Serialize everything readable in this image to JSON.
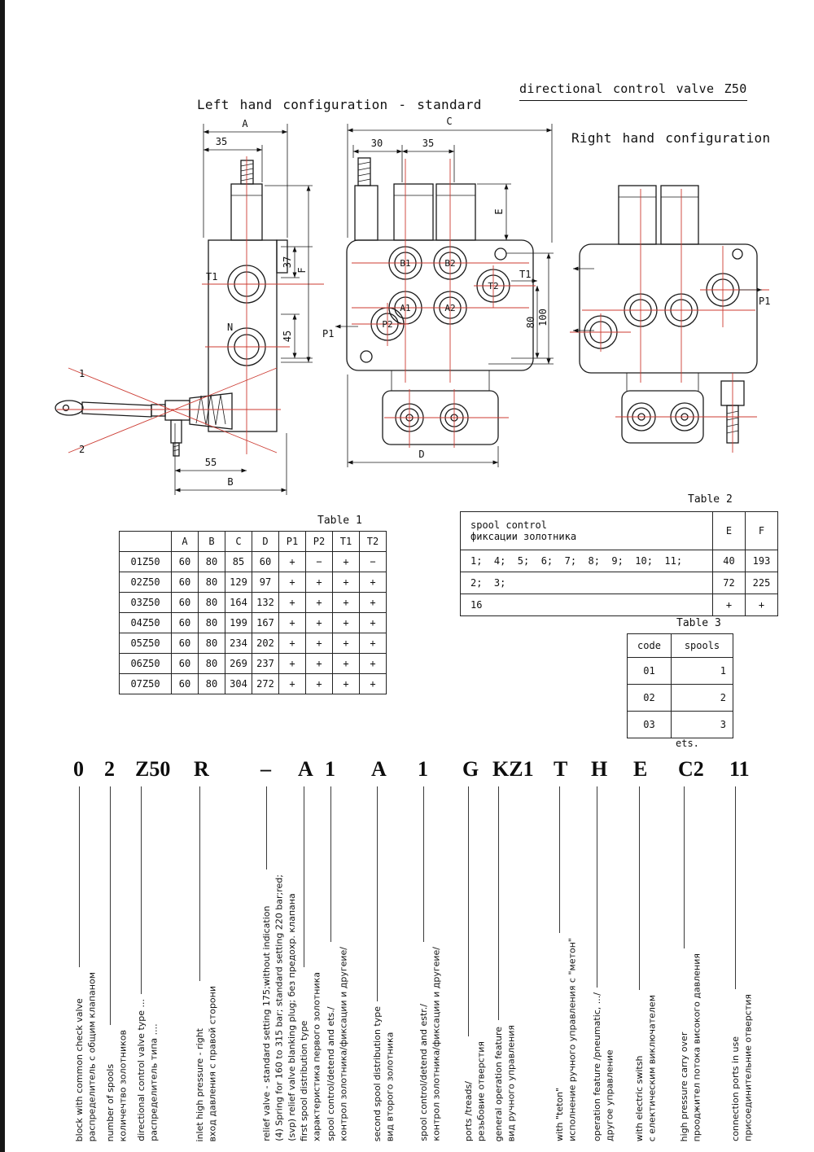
{
  "header": {
    "title": "directional control valve Z50",
    "left_config": "Left hand configuration - standard",
    "right_config": "Right hand configuration"
  },
  "drawing": {
    "dim_a": "A",
    "dim_35_left": "35",
    "dim_37": "37",
    "dim_f": "F",
    "dim_45": "45",
    "dim_55": "55",
    "dim_b": "B",
    "port_t1_left": "T1",
    "port_n": "N",
    "lever_pos_1": "1",
    "lever_pos_2": "2",
    "dim_c": "C",
    "dim_30": "30",
    "dim_35_mid": "35",
    "dim_e": "E",
    "dim_80": "80",
    "dim_100": "100",
    "dim_d": "D",
    "port_b1": "B1",
    "port_b2": "B2",
    "port_a1": "A1",
    "port_a2": "A2",
    "port_t2": "T2",
    "port_p2": "P2",
    "port_t1_mid": "T1",
    "port_p1_mid": "P1",
    "port_p1_right": "P1"
  },
  "table1": {
    "title": "Table 1",
    "headers": [
      "",
      "A",
      "B",
      "C",
      "D",
      "P1",
      "P2",
      "T1",
      "T2"
    ],
    "rows": [
      [
        "01Z50",
        "60",
        "80",
        "85",
        "60",
        "+",
        "−",
        "+",
        "−"
      ],
      [
        "02Z50",
        "60",
        "80",
        "129",
        "97",
        "+",
        "+",
        "+",
        "+"
      ],
      [
        "03Z50",
        "60",
        "80",
        "164",
        "132",
        "+",
        "+",
        "+",
        "+"
      ],
      [
        "04Z50",
        "60",
        "80",
        "199",
        "167",
        "+",
        "+",
        "+",
        "+"
      ],
      [
        "05Z50",
        "60",
        "80",
        "234",
        "202",
        "+",
        "+",
        "+",
        "+"
      ],
      [
        "06Z50",
        "60",
        "80",
        "269",
        "237",
        "+",
        "+",
        "+",
        "+"
      ],
      [
        "07Z50",
        "60",
        "80",
        "304",
        "272",
        "+",
        "+",
        "+",
        "+"
      ]
    ]
  },
  "table2": {
    "title": "Table 2",
    "header_line1": "spool control",
    "header_line2": "фиксации золотника",
    "headers_ef": [
      "E",
      "F"
    ],
    "rows": [
      [
        "1;  4;  5;  6;  7;  8;  9;  10;  11;",
        "40",
        "193"
      ],
      [
        "2;  3;",
        "72",
        "225"
      ],
      [
        "16",
        "+",
        "+"
      ]
    ]
  },
  "table3": {
    "title": "Table 3",
    "headers": [
      "code",
      "spools"
    ],
    "rows": [
      [
        "01",
        "1"
      ],
      [
        "02",
        "2"
      ],
      [
        "03",
        "3"
      ]
    ],
    "footer": "ets."
  },
  "order_code": {
    "segments": [
      {
        "code": "0",
        "lines": [
          "block with common check valve",
          "распределитель с общим клапаном"
        ]
      },
      {
        "code": "2",
        "lines": [
          "number of spools",
          "количечтво золотников"
        ]
      },
      {
        "code": "Z50",
        "lines": [
          "directional control valve type ...",
          "распределитель типа ...."
        ]
      },
      {
        "code": "R",
        "lines": [
          "inlet high pressure - right",
          "вход давления с правой сторони"
        ]
      },
      {
        "code": "–",
        "lines": [
          "relief valve - standard setting 175;without indication",
          "(4) Spring for 160 to 315 bar;  standard setting 220 bar;red;",
          "(svp) relief valve blanking plug;  без предохр. клапана"
        ]
      },
      {
        "code": "A",
        "lines": [
          "first spool distribution type",
          "характеристика первого золотника"
        ]
      },
      {
        "code": "1",
        "lines": [
          "spool control/detend and ets./",
          "контрол золотника/фиксации и другеие/"
        ]
      },
      {
        "code": "A",
        "lines": [
          "second spool distribution type",
          "вид второго золотника"
        ]
      },
      {
        "code": "1",
        "lines": [
          "spool control/detend and estr./",
          "контрол золотника/фиксации и другеие/"
        ]
      },
      {
        "code": "G",
        "lines": [
          "ports /treads/",
          "резьбовие отверстия"
        ]
      },
      {
        "code": "KZ1",
        "lines": [
          "general operation feature",
          "вид ручного управления"
        ]
      },
      {
        "code": "T",
        "lines": [
          "with \"teton\"",
          "исполнение ручного управления с \"метон\""
        ]
      },
      {
        "code": "H",
        "lines": [
          "operation feature /pneumatic, .../",
          "другое управление"
        ]
      },
      {
        "code": "E",
        "lines": [
          "with electric switsh",
          "с електическим виключателем"
        ]
      },
      {
        "code": "C2",
        "lines": [
          "high pressure carry over",
          "прооджител потока високого давления"
        ]
      },
      {
        "code": "11",
        "lines": [
          "connection ports in use",
          "присоединительние отверстия"
        ]
      }
    ]
  }
}
